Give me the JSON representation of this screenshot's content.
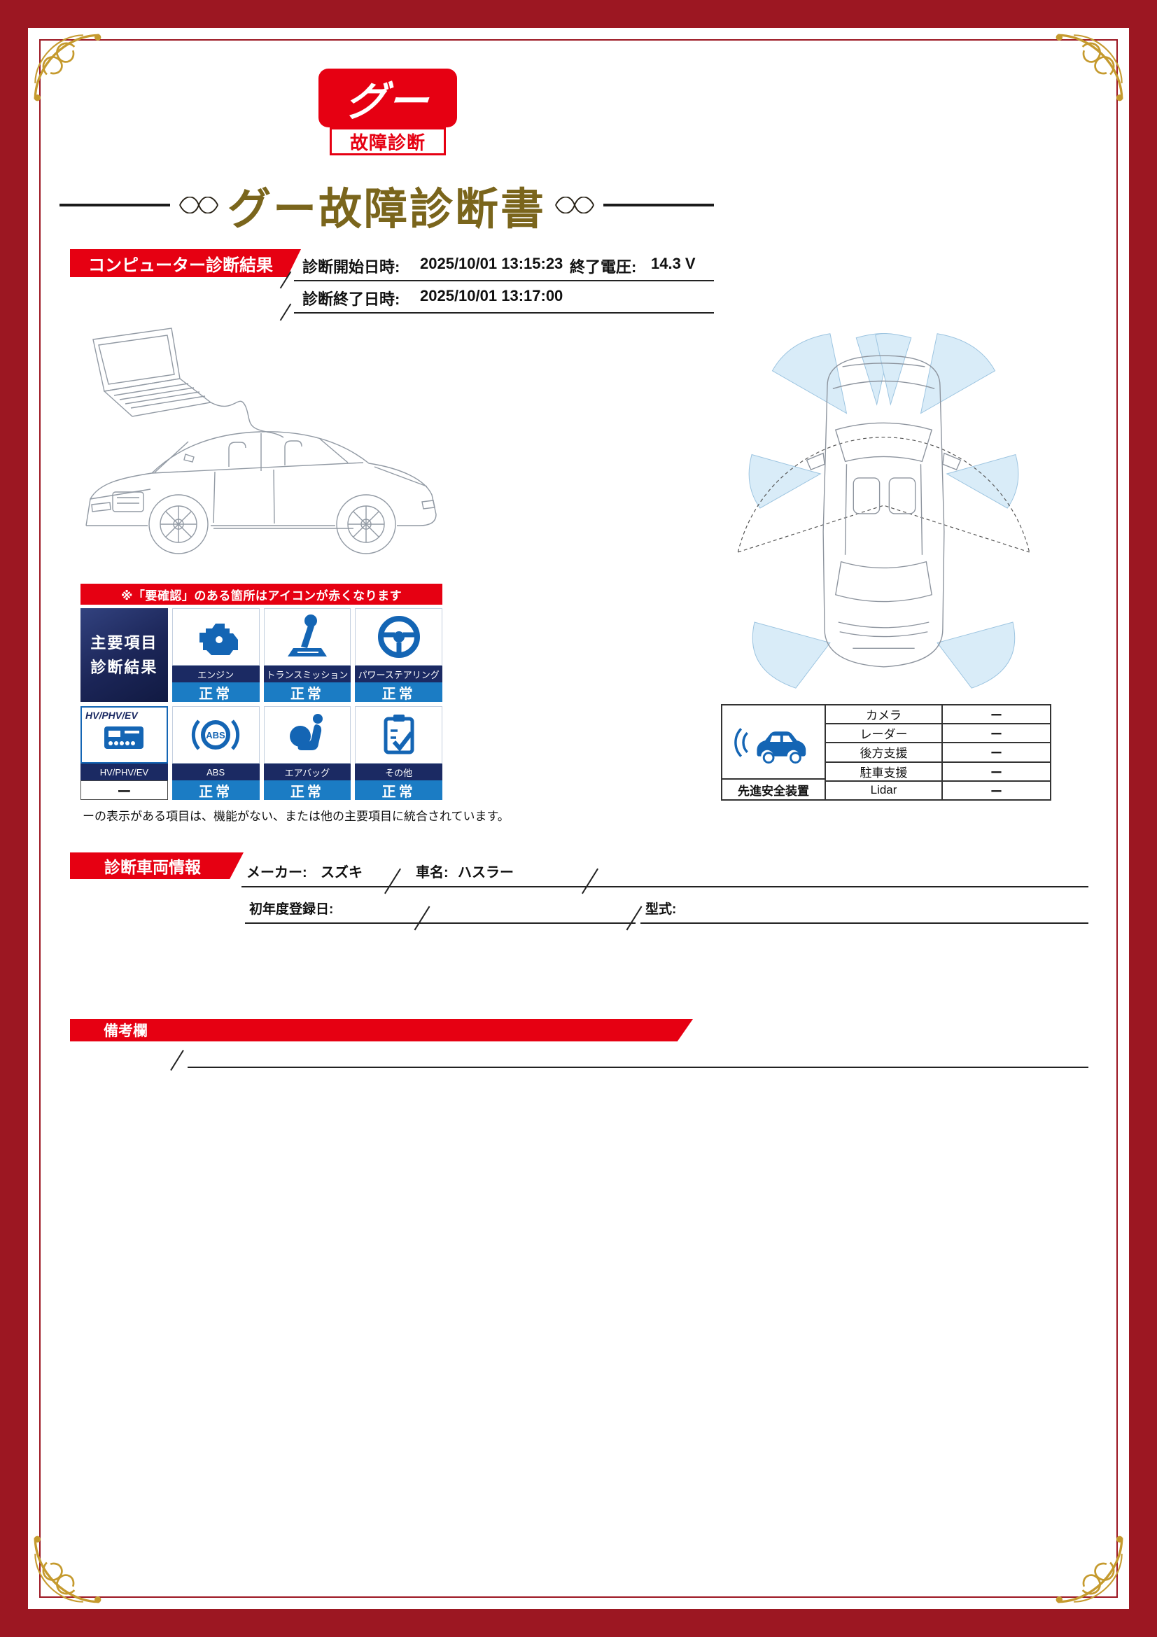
{
  "logo": {
    "main": "グー",
    "sub": "故障診断"
  },
  "title": "グー故障診断書",
  "computer_diagnosis": {
    "banner": "コンピューター診断結果",
    "start_label": "診断開始日時:",
    "start_value": "2025/10/01 13:15:23",
    "voltage_label": "終了電圧:",
    "voltage_value": "14.3 V",
    "end_label": "診断終了日時:",
    "end_value": "2025/10/01 13:17:00"
  },
  "notice": "※「要確認」のある箇所はアイコンが赤くなります",
  "main_results": {
    "header_line1": "主要項目",
    "header_line2": "診断結果",
    "items": [
      {
        "label": "エンジン",
        "status": "正常"
      },
      {
        "label": "トランスミッション",
        "status": "正常"
      },
      {
        "label": "パワーステアリング",
        "status": "正常"
      },
      {
        "badge": "HV/PHV/EV",
        "label": "HV/PHV/EV",
        "status": "ー"
      },
      {
        "label": "ABS",
        "status": "正常"
      },
      {
        "label": "エアバッグ",
        "status": "正常"
      },
      {
        "label": "その他",
        "status": "正常"
      }
    ],
    "footnote": "ーの表示がある項目は、機能がない、または他の主要項目に統合されています。"
  },
  "advanced_safety": {
    "label": "先進安全装置",
    "rows": [
      {
        "name": "カメラ",
        "value": "ー"
      },
      {
        "name": "レーダー",
        "value": "ー"
      },
      {
        "name": "後方支援",
        "value": "ー"
      },
      {
        "name": "駐車支援",
        "value": "ー"
      },
      {
        "name": "Lidar",
        "value": "ー"
      }
    ]
  },
  "vehicle_info": {
    "banner": "診断車両情報",
    "maker_label": "メーカー:",
    "maker_value": "スズキ",
    "car_label": "車名:",
    "car_value": "ハスラー",
    "registration_label": "初年度登録日:",
    "registration_value": "",
    "model_label": "型式:",
    "model_value": ""
  },
  "remarks": {
    "banner": "備考欄"
  },
  "colors": {
    "frame_red": "#9c1722",
    "accent_red": "#e60012",
    "navy": "#1b2a63",
    "status_blue": "#1b7cc4",
    "icon_blue": "#1465b4",
    "title_gold": "#7a651c",
    "ornament_gold": "#c59a2e"
  },
  "icons": {
    "engine-icon": "engine silhouette",
    "transmission-icon": "gear shift lever",
    "steering-icon": "steering wheel",
    "hv-phv-ev-icon": "hybrid control unit",
    "abs-icon": "ABS ring",
    "airbag-icon": "seat with airbag",
    "other-checklist-icon": "clipboard with checkmark",
    "safety-car-icon": "car with radar waves"
  }
}
